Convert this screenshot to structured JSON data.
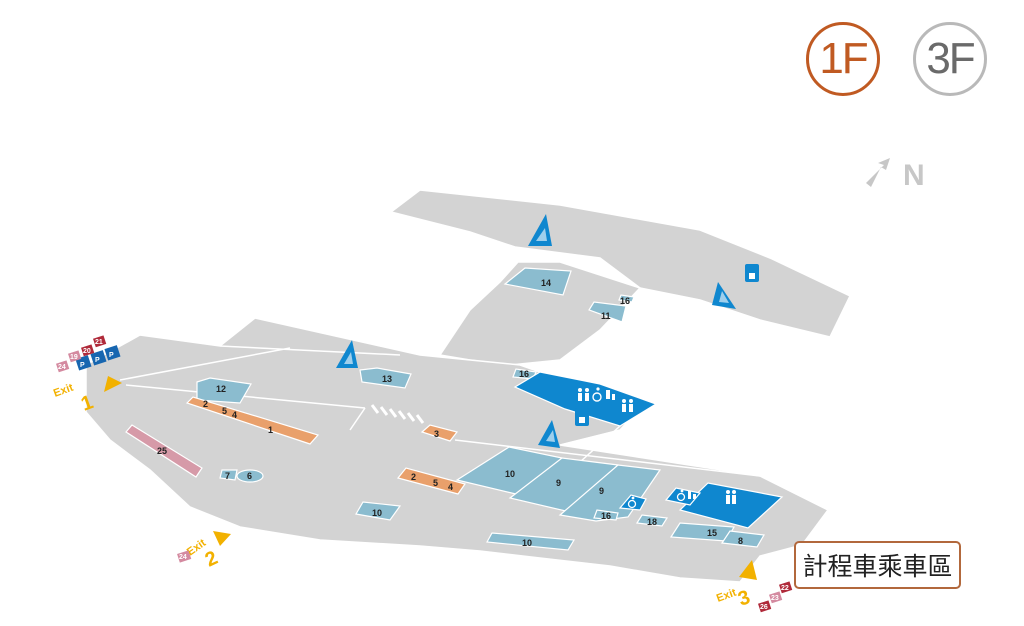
{
  "floor_switcher": {
    "floors": [
      {
        "label": "1F",
        "active": true,
        "color": "#c05a22"
      },
      {
        "label": "3F",
        "active": false,
        "color": "#b9b9b9"
      }
    ]
  },
  "compass": {
    "label": "N",
    "icon": "north-arrow-icon"
  },
  "taxi_zone": {
    "label": "計程車乘車區"
  },
  "exits": [
    {
      "word": "Exit",
      "number": "1"
    },
    {
      "word": "Exit",
      "number": "2"
    },
    {
      "word": "Exit",
      "number": "3"
    }
  ],
  "exit_badges": {
    "exit1": [
      "21",
      "20",
      "19",
      "24"
    ],
    "exit2": [
      "24"
    ],
    "exit3": [
      "22",
      "23",
      "26"
    ]
  },
  "parking": {
    "label": "P"
  },
  "zones": [
    {
      "id": "1",
      "label": "1"
    },
    {
      "id": "2a",
      "label": "2"
    },
    {
      "id": "5a",
      "label": "5"
    },
    {
      "id": "4a",
      "label": "4"
    },
    {
      "id": "12",
      "label": "12"
    },
    {
      "id": "13",
      "label": "13"
    },
    {
      "id": "14",
      "label": "14"
    },
    {
      "id": "11",
      "label": "11"
    },
    {
      "id": "16a",
      "label": "16"
    },
    {
      "id": "16b",
      "label": "16"
    },
    {
      "id": "16c",
      "label": "16"
    },
    {
      "id": "3",
      "label": "3"
    },
    {
      "id": "2b",
      "label": "2"
    },
    {
      "id": "5b",
      "label": "5"
    },
    {
      "id": "4b",
      "label": "4"
    },
    {
      "id": "10a",
      "label": "10"
    },
    {
      "id": "9a",
      "label": "9"
    },
    {
      "id": "9b",
      "label": "9"
    },
    {
      "id": "10b",
      "label": "10"
    },
    {
      "id": "10c",
      "label": "10"
    },
    {
      "id": "25",
      "label": "25"
    },
    {
      "id": "7",
      "label": "7"
    },
    {
      "id": "6",
      "label": "6"
    },
    {
      "id": "18",
      "label": "18"
    },
    {
      "id": "15",
      "label": "15"
    },
    {
      "id": "8",
      "label": "8"
    }
  ],
  "colors": {
    "floor": "#d3d3d3",
    "shop_light": "#8bbccf",
    "facility_blue": "#0f87cf",
    "orange": "#e9a06b",
    "pink": "#d69aa8",
    "exit_yellow": "#f2b100",
    "parking_blue": "#1766b0"
  }
}
